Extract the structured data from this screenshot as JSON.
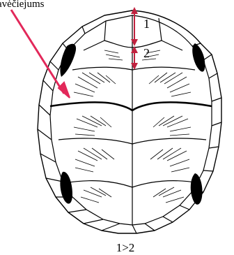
{
  "annotations": {
    "top_left_label": "avėčiejums",
    "measure_1": "1",
    "measure_2": "2",
    "caption": "1>2"
  },
  "colors": {
    "arrow": "#e2285a",
    "outline": "#000000",
    "background": "#ffffff"
  }
}
